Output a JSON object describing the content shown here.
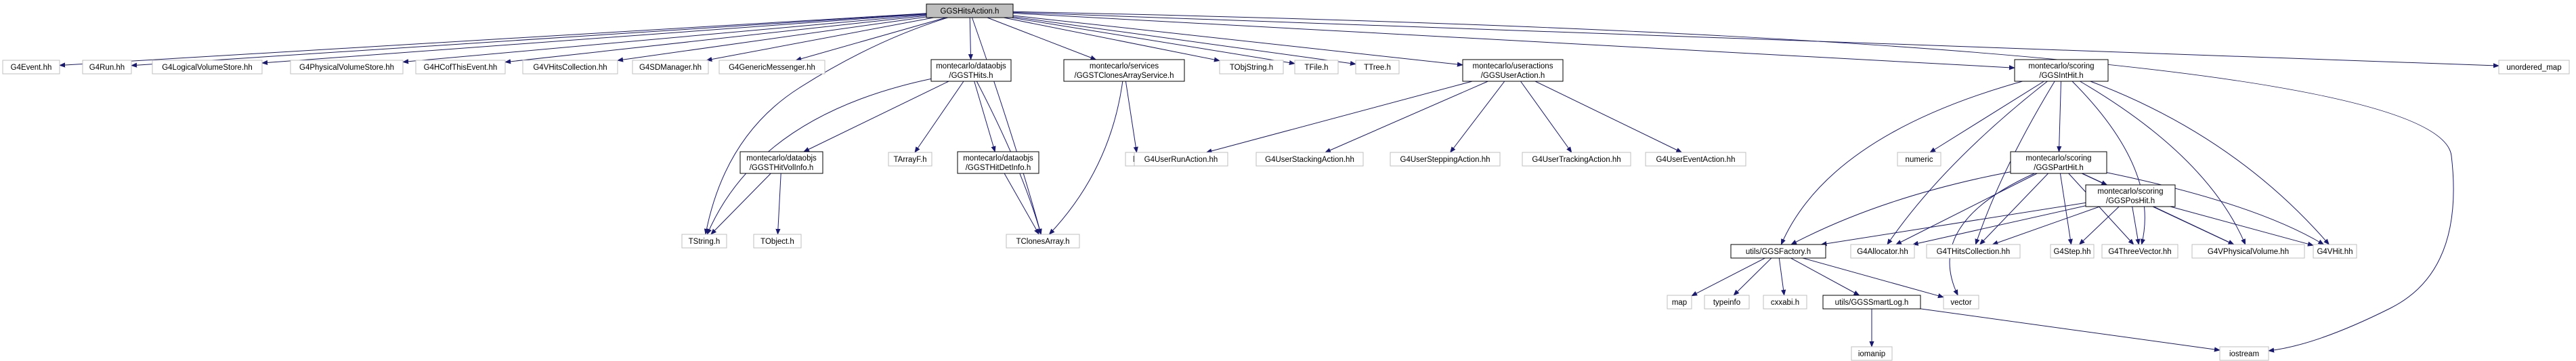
{
  "diagram": {
    "title": "GGSHitsAction.h",
    "colors": {
      "edge": "#191970",
      "root_fill": "#bfbfbf",
      "root_border": "#000000",
      "linked_border": "#000000",
      "external_border": "#bfbfbf",
      "node_fill": "#ffffff"
    },
    "nodes": {
      "root": [
        "GGSHitsAction.h"
      ],
      "g4event": [
        "G4Event.hh"
      ],
      "g4run": [
        "G4Run.hh"
      ],
      "g4lvs": [
        "G4LogicalVolumeStore.hh"
      ],
      "g4pvs": [
        "G4PhysicalVolumeStore.hh"
      ],
      "g4hcofthisevent": [
        "G4HCofThisEvent.hh"
      ],
      "g4vhitscollection": [
        "G4VHitsCollection.hh"
      ],
      "g4sdmanager": [
        "G4SDManager.hh"
      ],
      "g4genericmessenger": [
        "G4GenericMessenger.hh"
      ],
      "ggsthits": [
        "montecarlo/dataobjs",
        "/GGSTHits.h"
      ],
      "ggstclonesarrayservice": [
        "montecarlo/services",
        "/GGSTClonesArrayService.h"
      ],
      "tobjstring": [
        "TObjString.h"
      ],
      "tfile": [
        "TFile.h"
      ],
      "ttree": [
        "TTree.h"
      ],
      "ggsuseraction": [
        "montecarlo/useractions",
        "/GGSUserAction.h"
      ],
      "ggsinthit": [
        "montecarlo/scoring",
        "/GGSIntHit.h"
      ],
      "unordered_map": [
        "unordered_map"
      ],
      "ggsthitvolinfo": [
        "montecarlo/dataobjs",
        "/GGSTHitVolInfo.h"
      ],
      "tarrayf": [
        "TArrayF.h"
      ],
      "ggsthitdetinfo": [
        "montecarlo/dataobjs",
        "/GGSTHitDetInfo.h"
      ],
      "list": [
        "list"
      ],
      "g4userrunaction": [
        "G4UserRunAction.hh"
      ],
      "g4userstackingaction": [
        "G4UserStackingAction.hh"
      ],
      "g4usersteppingaction": [
        "G4UserSteppingAction.hh"
      ],
      "g4usertrackingaction": [
        "G4UserTrackingAction.hh"
      ],
      "g4usereventaction": [
        "G4UserEventAction.hh"
      ],
      "numeric": [
        "numeric"
      ],
      "ggsparthit": [
        "montecarlo/scoring",
        "/GGSPartHit.h"
      ],
      "ggsposhit": [
        "montecarlo/scoring",
        "/GGSPosHit.h"
      ],
      "tstring": [
        "TString.h"
      ],
      "tobject": [
        "TObject.h"
      ],
      "tclonesarray": [
        "TClonesArray.h"
      ],
      "ggsfactory": [
        "utils/GGSFactory.h"
      ],
      "g4allocator": [
        "G4Allocator.hh"
      ],
      "g4thitscollection": [
        "G4THitsCollection.hh"
      ],
      "g4step": [
        "G4Step.hh"
      ],
      "g4threevector": [
        "G4ThreeVector.hh"
      ],
      "g4vphysicalvolume": [
        "G4VPhysicalVolume.hh"
      ],
      "g4vhit": [
        "G4VHit.hh"
      ],
      "map": [
        "map"
      ],
      "typeinfo": [
        "typeinfo"
      ],
      "cxxabi": [
        "cxxabi.h"
      ],
      "ggssmartlog": [
        "utils/GGSSmartLog.h"
      ],
      "vector": [
        "vector"
      ],
      "iomanip": [
        "iomanip"
      ],
      "iostream": [
        "iostream"
      ]
    }
  }
}
